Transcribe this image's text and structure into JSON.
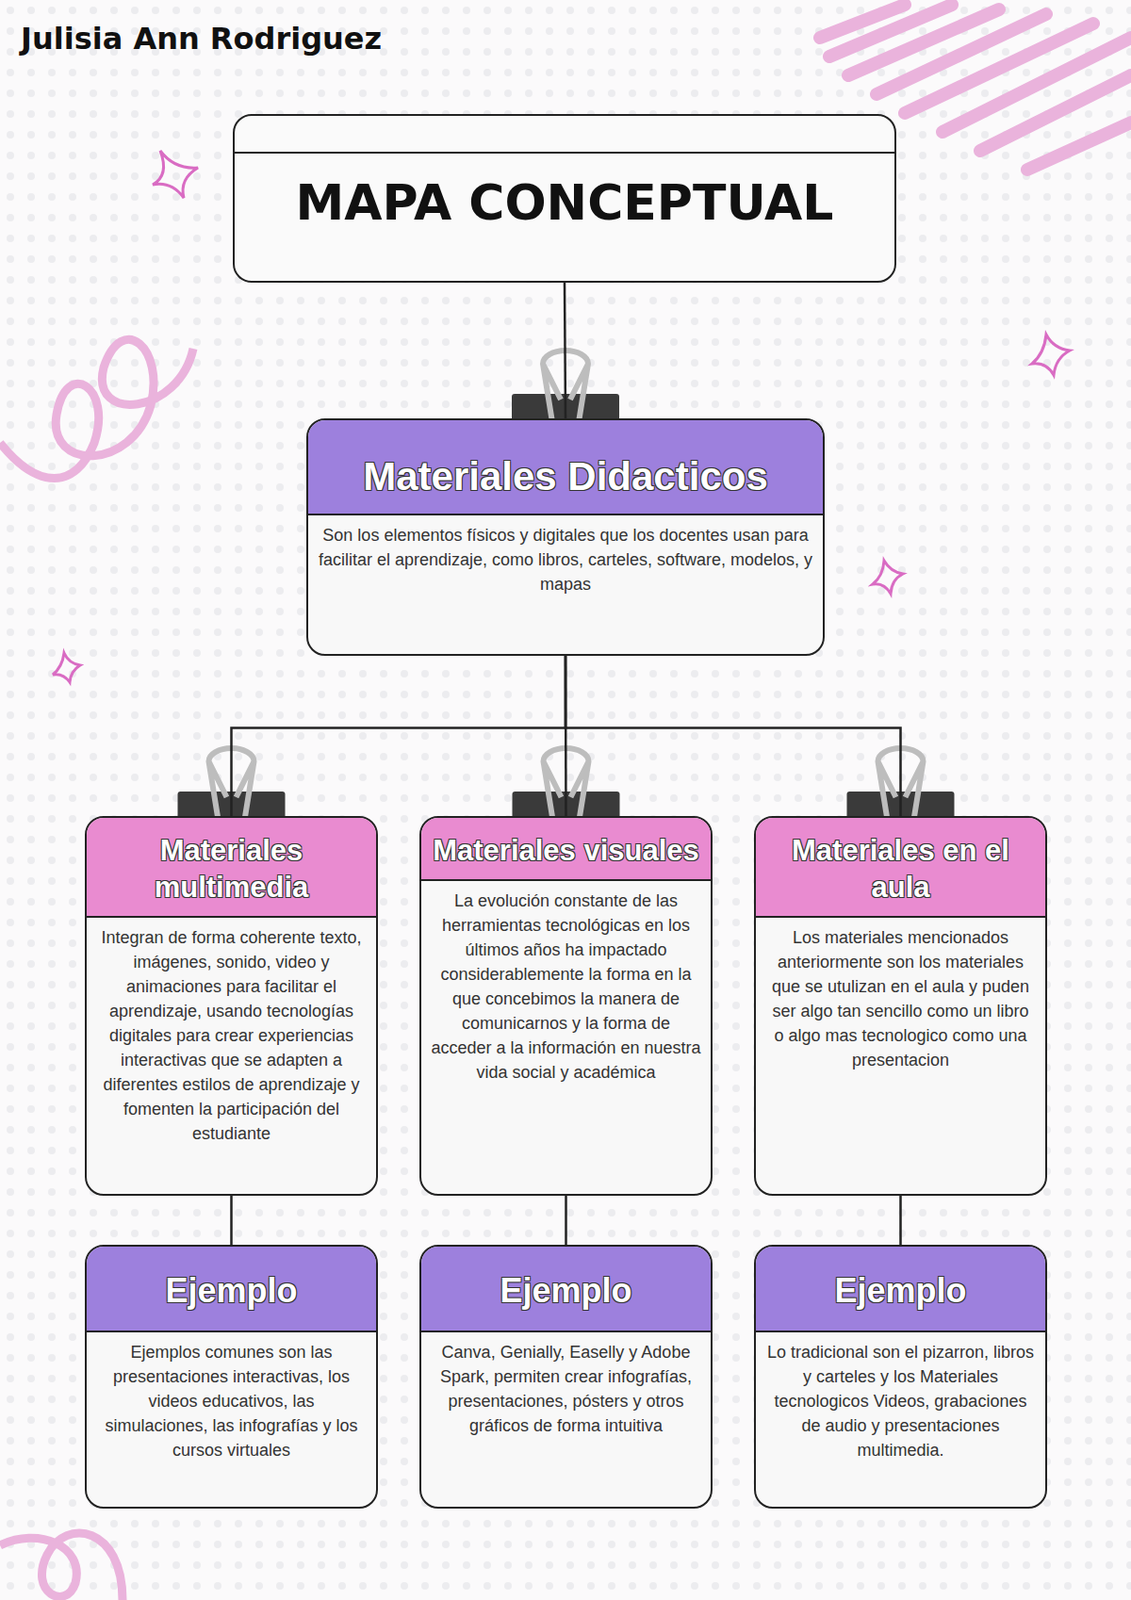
{
  "diagram": {
    "nodes": [
      {
        "text": [
          "MAPA CONCEPTUAL"
        ]
      },
      {
        "text": [
          "Materiales Didacticos",
          "Son  los elementos físicos y digitales que los docentes usan para facilitar el aprendizaje, como libros, carteles, software, modelos, y mapas"
        ]
      },
      {
        "text": [
          "Materiales multimedia",
          "Integran de forma coherente texto, imágenes, sonido, video y animaciones para facilitar el aprendizaje, usando tecnologías digitales para crear experiencias interactivas que se adapten a diferentes estilos de aprendizaje y fomenten la participación del estudiante"
        ]
      },
      {
        "text": [
          "Materiales visuales",
          "La evolución constante de las herramientas tecnológicas en los últimos años ha impactado considerablemente la forma en la que concebimos la manera de comunicarnos y la forma de acceder a la información en nuestra vida social y académica"
        ]
      },
      {
        "text": [
          "Materiales en el aula",
          "Los materiales mencionados anteriormente son los materiales que se utulizan en el aula y puden ser algo tan sencillo como un libro o algo mas tecnologico como una presentacion"
        ]
      },
      {
        "text": [
          "Ejemplo",
          "Ejemplos comunes son las presentaciones interactivas, los videos educativos, las simulaciones, las infografías y los cursos virtuales"
        ]
      },
      {
        "text": [
          "Ejemplo",
          "Canva, Genially, Easelly y Adobe Spark, permiten crear infografías, presentaciones, pósters y otros gráficos de forma intuitiva"
        ]
      },
      {
        "text": [
          "Ejemplo",
          "Lo tradicional son el pizarron, libros y carteles y los Materiales tecnologicos Videos, grabaciones de audio y presentaciones multimedia."
        ]
      }
    ],
    "edges": [
      {
        "from": 0,
        "to": 1,
        "arrow": "none"
      },
      {
        "from": 1,
        "to": 2,
        "arrow": "none"
      },
      {
        "from": 1,
        "to": 3,
        "arrow": "none"
      },
      {
        "from": 1,
        "to": 4,
        "arrow": "none"
      },
      {
        "from": 2,
        "to": 5,
        "arrow": "none"
      },
      {
        "from": 3,
        "to": 6,
        "arrow": "none"
      },
      {
        "from": 4,
        "to": 7,
        "arrow": "none"
      }
    ],
    "labels": [
      "Julisia Ann Rodriguez"
    ]
  }
}
